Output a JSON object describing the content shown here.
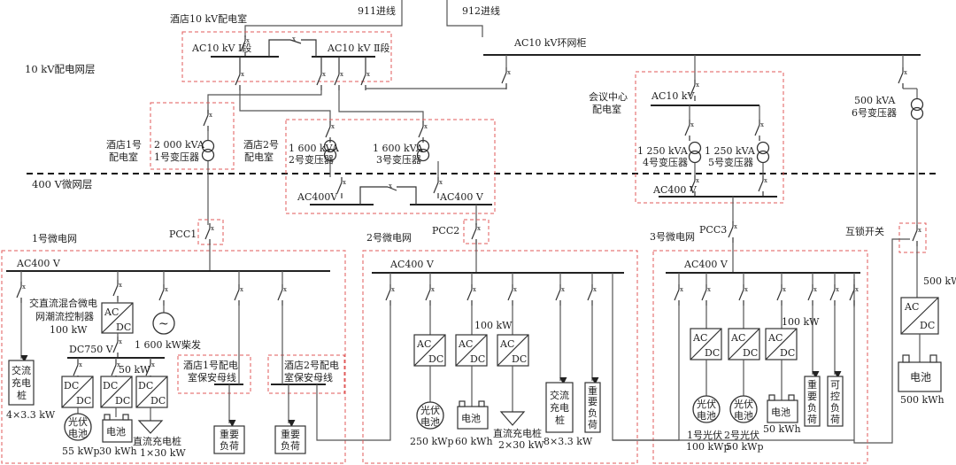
{
  "layers": {
    "mv_layer": "10 kV配电网层",
    "lv_layer": "400 V微网层"
  },
  "incoming": {
    "line1": "911进线",
    "line2": "912进线"
  },
  "hotel_10kv_room": {
    "title": "酒店10 kV配电室",
    "bus1": "AC10 kV Ⅰ段",
    "bus2": "AC10 kV Ⅱ段"
  },
  "ring_main_unit": "AC10 kV环网柜",
  "hotel_room1": {
    "name_line1": "酒店1号",
    "name_line2": "配电室",
    "transformer_rating": "2 000 kVA",
    "transformer_name": "1号变压器"
  },
  "hotel_room2": {
    "name_line1": "酒店2号",
    "name_line2": "配电室",
    "t2_rating": "1 600 kVA",
    "t2_name": "2号变压器",
    "t3_rating": "1 600 kVA",
    "t3_name": "3号变压器",
    "bus_left": "AC400V",
    "bus_right": "AC400 V"
  },
  "conference_room": {
    "name_line1": "会议中心",
    "name_line2": "配电室",
    "bus_hv": "AC10 kV",
    "t4_rating": "1 250 kVA",
    "t4_name": "4号变压器",
    "t5_rating": "1 250 kVA",
    "t5_name": "5号变压器",
    "bus_lv": "AC400 V"
  },
  "transformer6": {
    "rating": "500 kVA",
    "name": "6号变压器"
  },
  "pcc": [
    "PCC1",
    "PCC2",
    "PCC3"
  ],
  "interlock_switch": "互锁开关",
  "microgrid1": {
    "title": "1号微电网",
    "bus": "AC400 V",
    "controller": {
      "line1": "交直流混合微电",
      "line2": "网潮流控制器",
      "rating": "100 kW"
    },
    "converter_ac": "AC",
    "converter_dc": "DC",
    "diesel": {
      "symbol": "~",
      "label": "1 600 kW柴发"
    },
    "dc_bus": "DC750 V",
    "dc_rating": "50 kW",
    "ac_charger": {
      "chars": [
        "交流",
        "充电",
        "桩"
      ],
      "rating": "4×3.3 kW"
    },
    "pv": {
      "chars": [
        "光伏",
        "电池"
      ],
      "rating": "55 kWp"
    },
    "battery": {
      "label": "电池",
      "rating": "30 kWh"
    },
    "dc_charger": {
      "label": "直流充电桩",
      "rating": "1×30 kW"
    },
    "backup_bus1": {
      "line1": "酒店1号配电",
      "line2": "室保安母线"
    },
    "backup_bus2": {
      "line1": "酒店2号配电",
      "line2": "室保安母线"
    },
    "critical_load1": {
      "line1": "重要",
      "line2": "负荷"
    },
    "critical_load2": {
      "line1": "重要",
      "line2": "负荷"
    }
  },
  "microgrid2": {
    "title": "2号微电网",
    "bus": "AC400 V",
    "converter_ac": "AC",
    "converter_dc": "DC",
    "converter_rating": "100 kW",
    "pv": {
      "chars": [
        "光伏",
        "电池"
      ],
      "rating": "250 kWp"
    },
    "battery": {
      "label": "电池",
      "rating": "60 kWh"
    },
    "dc_charger": {
      "label": "直流充电桩",
      "rating": "2×30 kW"
    },
    "ac_charger": {
      "chars": [
        "交流",
        "充电",
        "桩"
      ],
      "rating": "8×3.3 kW"
    },
    "critical_load": {
      "chars": [
        "重",
        "要",
        "负",
        "荷"
      ]
    }
  },
  "microgrid3": {
    "title": "3号微电网",
    "bus": "AC400 V",
    "converter_ac": "AC",
    "converter_dc": "DC",
    "converter_rating": "100 kW",
    "pv1": {
      "chars": [
        "光伏",
        "电池"
      ],
      "name": "1号光伏",
      "rating": "100 kWp"
    },
    "pv2": {
      "chars": [
        "光伏",
        "电池"
      ],
      "name": "2号光伏",
      "rating": "50 kWp"
    },
    "battery": {
      "label": "电池",
      "rating": "50 kWh"
    },
    "critical_load": {
      "chars": [
        "重",
        "要",
        "负",
        "荷"
      ]
    },
    "controllable_load": {
      "chars": [
        "可",
        "控",
        "负",
        "荷"
      ]
    }
  },
  "storage": {
    "converter_rating": "500 kW",
    "converter_ac": "AC",
    "converter_dc": "DC",
    "battery": {
      "label": "电池",
      "rating": "500 kWh"
    }
  }
}
